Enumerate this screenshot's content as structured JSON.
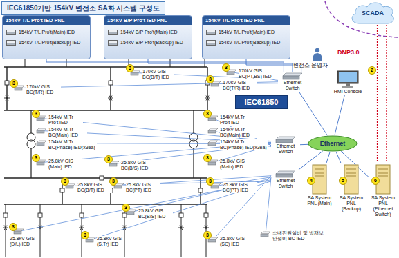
{
  "diagram": {
    "title": "IEC61850기반 154kV 변전소 SA화 시스템 구성도",
    "nodes": [
      {
        "text": [
          "154kV T/L Pro't IED PNL",
          "154kV T/L Pro't(Main) IED",
          "154kV T/L Pro't(Backup) IED"
        ]
      },
      {
        "text": [
          "154kV B/P Pro't IED PNL",
          "154kV B/P Pro't(Main) IED",
          "154kV B/P Pro't(Backup) IED"
        ]
      },
      {
        "text": [
          "154kV T/L Pro't IED PNL",
          "154kV T/L Pro't(Main) IED",
          "154kV T/L Pro't(Backup) IED"
        ]
      },
      {
        "text": [
          "SCADA"
        ]
      },
      {
        "text": [
          "IEC61850"
        ]
      },
      {
        "text": [
          "Ethernet"
        ]
      },
      {
        "text": [
          "Ethernet Switch"
        ]
      },
      {
        "text": [
          "Ethernet Switch"
        ]
      },
      {
        "text": [
          "Ethernet Switch"
        ]
      },
      {
        "text": [
          "HMI Console"
        ]
      },
      {
        "text": [
          "SA System PNL (Main)"
        ]
      },
      {
        "text": [
          "SA System PNL (Backup)"
        ]
      },
      {
        "text": [
          "SA System PNL (Ethernet Switch)"
        ]
      }
    ],
    "edges": [
      {
        "from": 0,
        "to": 6,
        "arrow": "none"
      },
      {
        "from": 1,
        "to": 6,
        "arrow": "none"
      },
      {
        "from": 2,
        "to": 6,
        "arrow": "none"
      },
      {
        "from": 6,
        "to": 5,
        "arrow": "none"
      },
      {
        "from": 7,
        "to": 5,
        "arrow": "none"
      },
      {
        "from": 8,
        "to": 5,
        "arrow": "none"
      },
      {
        "from": 5,
        "to": 9,
        "arrow": "none"
      },
      {
        "from": 5,
        "to": 10,
        "arrow": "none"
      },
      {
        "from": 5,
        "to": 11,
        "arrow": "none"
      },
      {
        "from": 5,
        "to": 12,
        "arrow": "none"
      },
      {
        "from": 3,
        "to": 12,
        "arrow": "none"
      },
      {
        "from": 3,
        "to": 12,
        "arrow": "none"
      }
    ],
    "labels": [
      "DNP3.0",
      "170kV GIS BC(B/T) IED",
      "170kV GIS BC(PT,BS) IED",
      "170kV GIS BC(T/R) IED",
      "170kV GIS BC(T/R) IED",
      "154kV M.Tr Pro't IED",
      "154kV M.Tr BC(Main) IED",
      "154kV M.Tr BC(Phase) IED(x3ea)",
      "154kV M.Tr Pro't IED",
      "154kV M.Tr BC(Main) IED",
      "154kV M.Tr BC(Phase) IED(x3ea)",
      "25.8kV GIS (Main) IED",
      "25.8kV GIS BC(B/S) IED",
      "25.8kV GIS (Main) IED",
      "25.8kV GIS BC(B/T) IED",
      "25.8kV GIS BC(PT) IED",
      "25.8kV GIS BC(PT) IED",
      "25.8kV GIS BC(B/S) IED",
      "25.8kV GIS (D/L) IED",
      "25.8kV GIS (S.Tr) IED",
      "25.8kV GIS (SC) IED",
      "소내전원설비 및 방재보안설비 BC IED",
      "변전소 운영자",
      "2",
      "4",
      "5",
      "6",
      "3",
      "3",
      "3",
      "3",
      "3",
      "3",
      "3",
      "3",
      "3",
      "3",
      "3",
      "3",
      "3",
      "3",
      "3",
      "3"
    ]
  }
}
